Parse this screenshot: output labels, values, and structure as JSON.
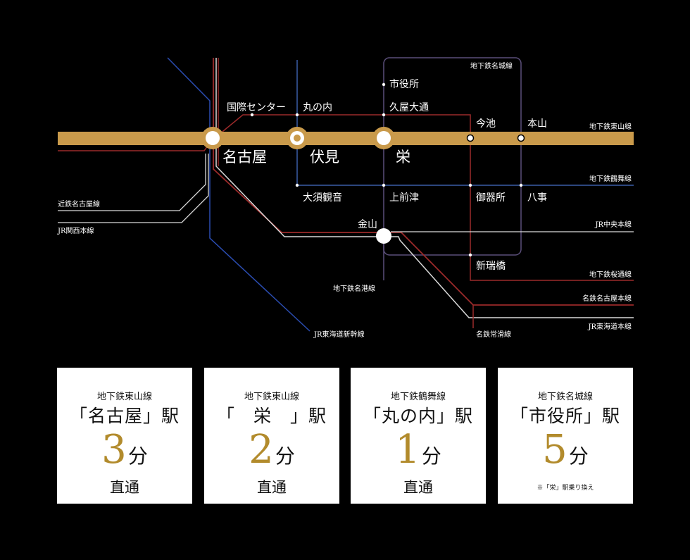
{
  "colors": {
    "background": "#000000",
    "higashiyama": "#c99a4b",
    "meijo": "#5b4f7a",
    "tsurumai": "#3a5ea8",
    "sakuradori": "#9b2a2a",
    "jr": "#d9d9d9",
    "shinkansen": "#2a4cb0",
    "accent_gold": "#b28b2c"
  },
  "map": {
    "lines": {
      "higashiyama": "地下鉄東山線",
      "meijo": "地下鉄名城線",
      "tsurumai": "地下鉄鶴舞線",
      "chuo": "JR中央本線",
      "sakuradori": "地下鉄桜通線",
      "meitetsu_nagoya": "名鉄名古屋本線",
      "tokaido": "JR東海道本線",
      "tokoname": "名鉄常滑線",
      "meiko": "地下鉄名港線",
      "shinkansen": "JR東海道新幹線",
      "kintetsu": "近鉄名古屋線",
      "kansai": "JR関西本線"
    },
    "stations": {
      "nagoya": "名古屋",
      "fushimi": "伏見",
      "sakae": "栄",
      "kokusai": "国際センター",
      "marunouchi": "丸の内",
      "shiyakusho": "市役所",
      "hisaya": "久屋大通",
      "imaike": "今池",
      "motoyama": "本山",
      "osu": "大須観音",
      "kamimaezu": "上前津",
      "gokiso": "御器所",
      "yagoto": "八事",
      "kanayama": "金山",
      "shinmizuho": "新瑞橋"
    }
  },
  "cards": [
    {
      "line": "地下鉄東山線",
      "station": "「名古屋」駅",
      "minutes": "3",
      "unit": "分",
      "note": "直通"
    },
    {
      "line": "地下鉄東山線",
      "station": "「　栄　」駅",
      "minutes": "2",
      "unit": "分",
      "note": "直通"
    },
    {
      "line": "地下鉄鶴舞線",
      "station": "「丸の内」駅",
      "minutes": "1",
      "unit": "分",
      "note": "直通"
    },
    {
      "line": "地下鉄名城線",
      "station": "「市役所」駅",
      "minutes": "5",
      "unit": "分",
      "note": "※「栄」駅乗り換え"
    }
  ]
}
